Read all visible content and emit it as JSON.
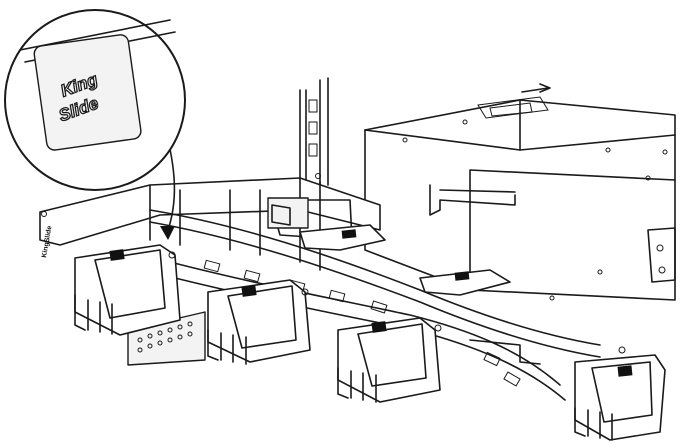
{
  "figure": {
    "callout_logo": {
      "line1": "King",
      "line2": "Slide"
    },
    "bracket_label": "KingSlide"
  }
}
